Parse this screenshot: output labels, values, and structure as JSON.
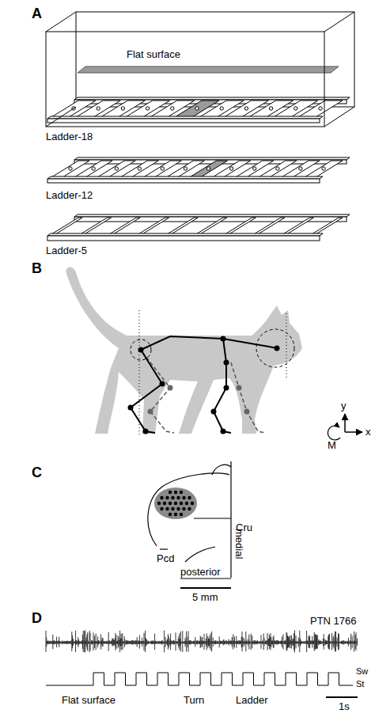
{
  "diagram": {
    "labels": [
      "A",
      "Flat surface",
      "Ladder-18",
      "Ladder-12",
      "Ladder-5",
      "B",
      "y",
      "M",
      "x",
      "C",
      "Cru",
      "Pcd",
      "posterior",
      "medial",
      "5 mm",
      "D",
      "PTN 1766",
      "Sw",
      "St",
      "Flat surface",
      "Turn",
      "Ladder",
      "1s"
    ]
  }
}
